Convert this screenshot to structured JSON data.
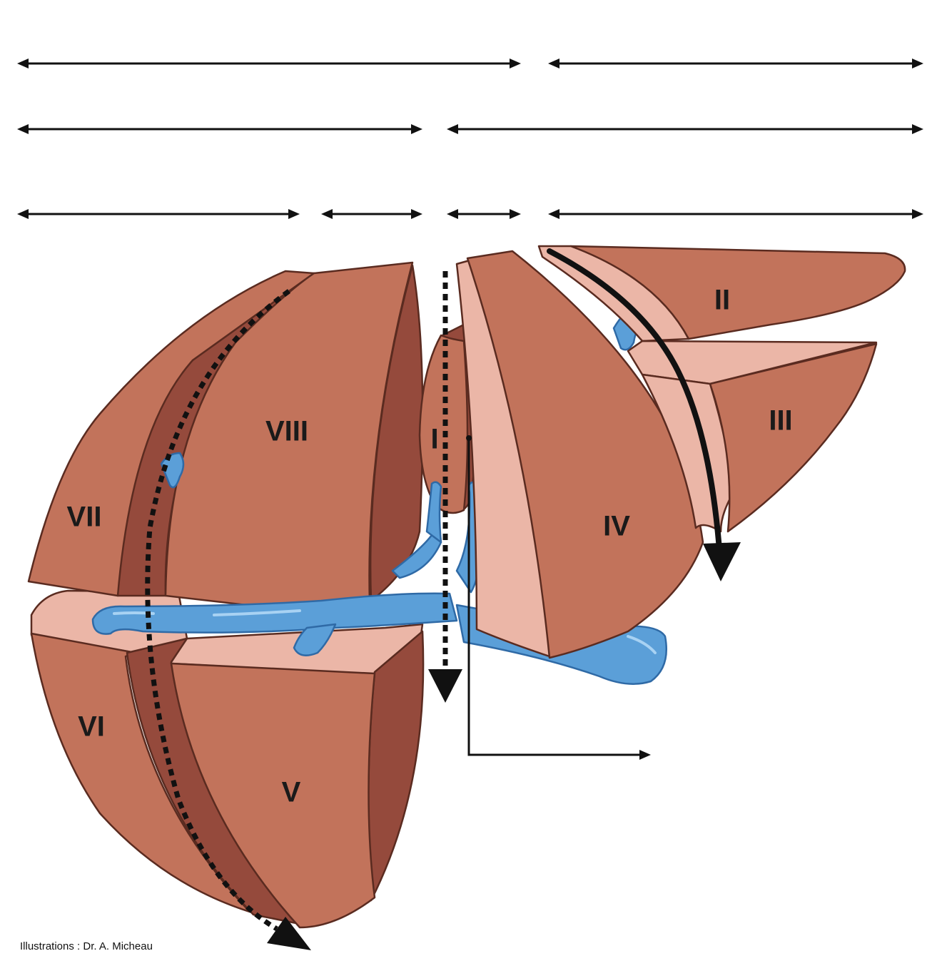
{
  "segments": {
    "I": "I",
    "II": "II",
    "III": "III",
    "IV": "IV",
    "V": "V",
    "VI": "VI",
    "VII": "VII",
    "VIII": "VIII"
  },
  "credit": "Illustrations : Dr. A. Micheau",
  "colors": {
    "parenchyma": "#c2735b",
    "parenchyma_dark": "#954a3c",
    "cut_surface": "#ebb6a7",
    "vessels": "#5b9fd8",
    "outline": "#5a2b20",
    "arrows": "#111111"
  },
  "dimension_rows": [
    {
      "row": 1,
      "spans": 2
    },
    {
      "row": 2,
      "spans": 2
    },
    {
      "row": 3,
      "spans": 4
    }
  ]
}
